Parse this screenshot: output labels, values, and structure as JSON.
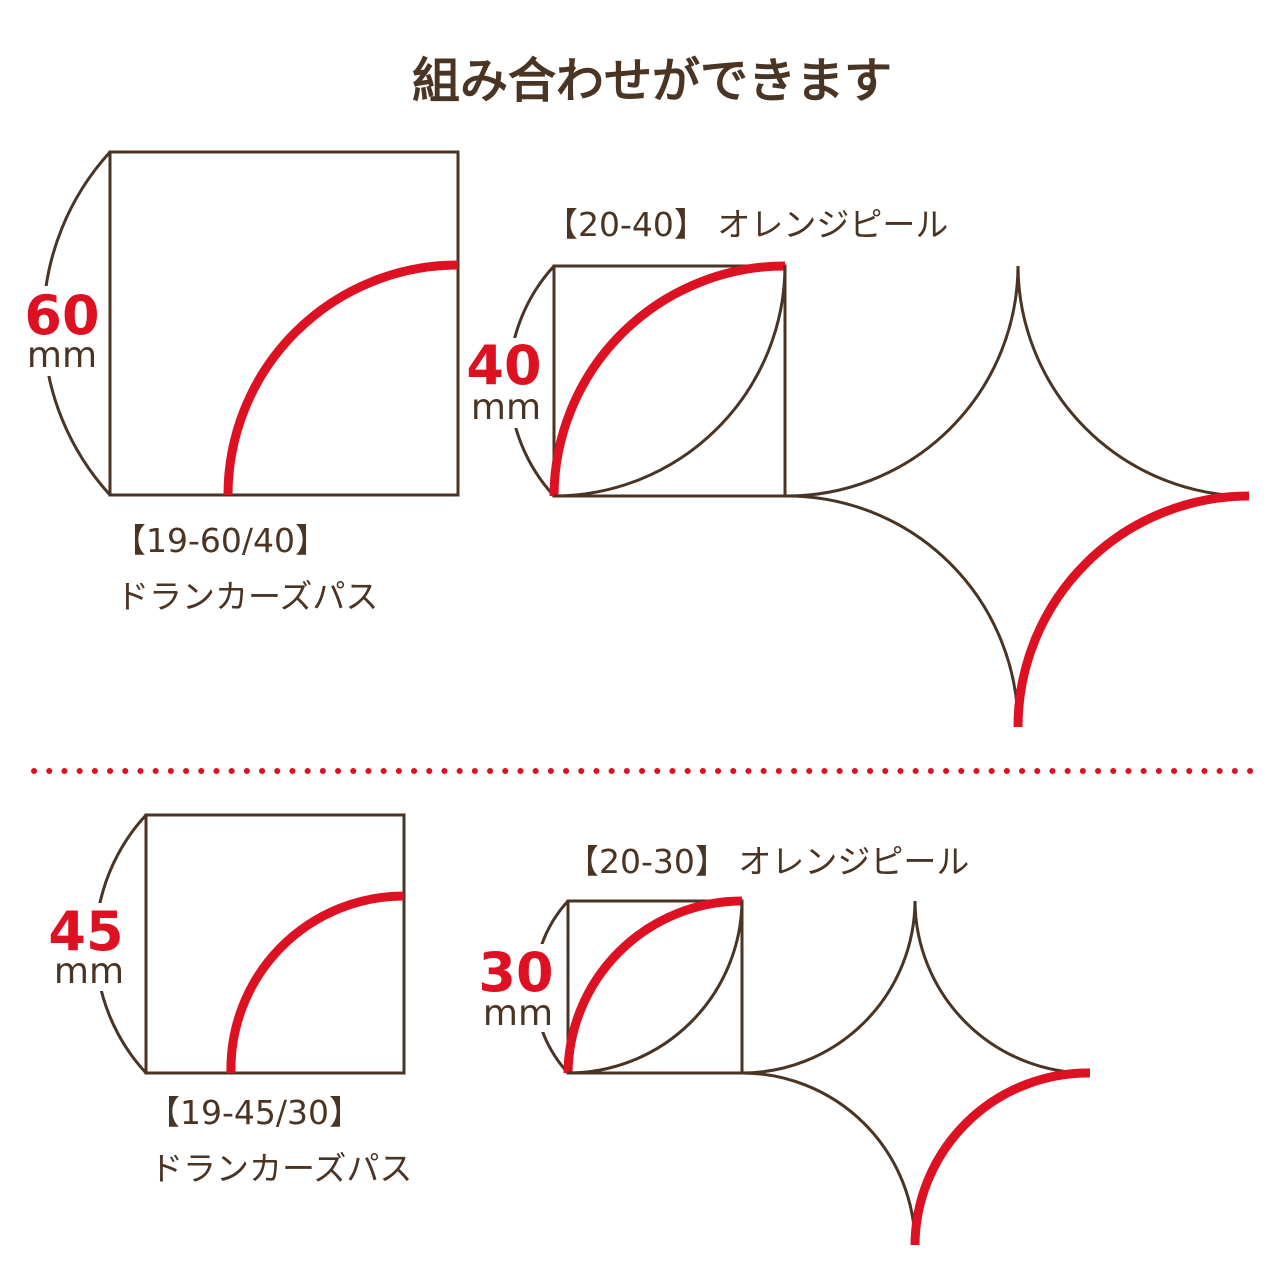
{
  "title": "組み合わせができます",
  "colors": {
    "brown": "#4a3424",
    "red": "#dd1122"
  },
  "unit": "mm",
  "top": {
    "drunkards_path": {
      "size": "60",
      "code": "【19-60/40】",
      "name": "ドランカーズパス"
    },
    "orange_peel": {
      "size": "40",
      "label": "【20-40】 オレンジピール"
    }
  },
  "bottom": {
    "drunkards_path": {
      "size": "45",
      "code": "【19-45/30】",
      "name": "ドランカーズパス"
    },
    "orange_peel": {
      "size": "30",
      "label": "【20-30】 オレンジピール"
    }
  }
}
